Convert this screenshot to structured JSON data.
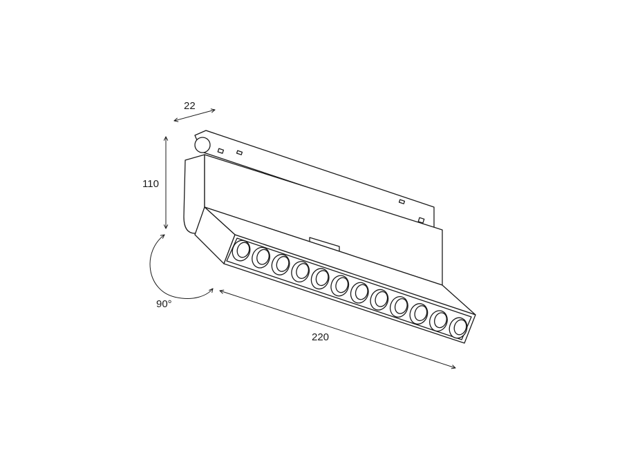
{
  "dimensions": {
    "depth": "22",
    "height": "110",
    "rotation": "90°",
    "length": "220"
  },
  "lens_count": 12,
  "colors": {
    "stroke": "#1a1a1a",
    "background": "#ffffff"
  }
}
